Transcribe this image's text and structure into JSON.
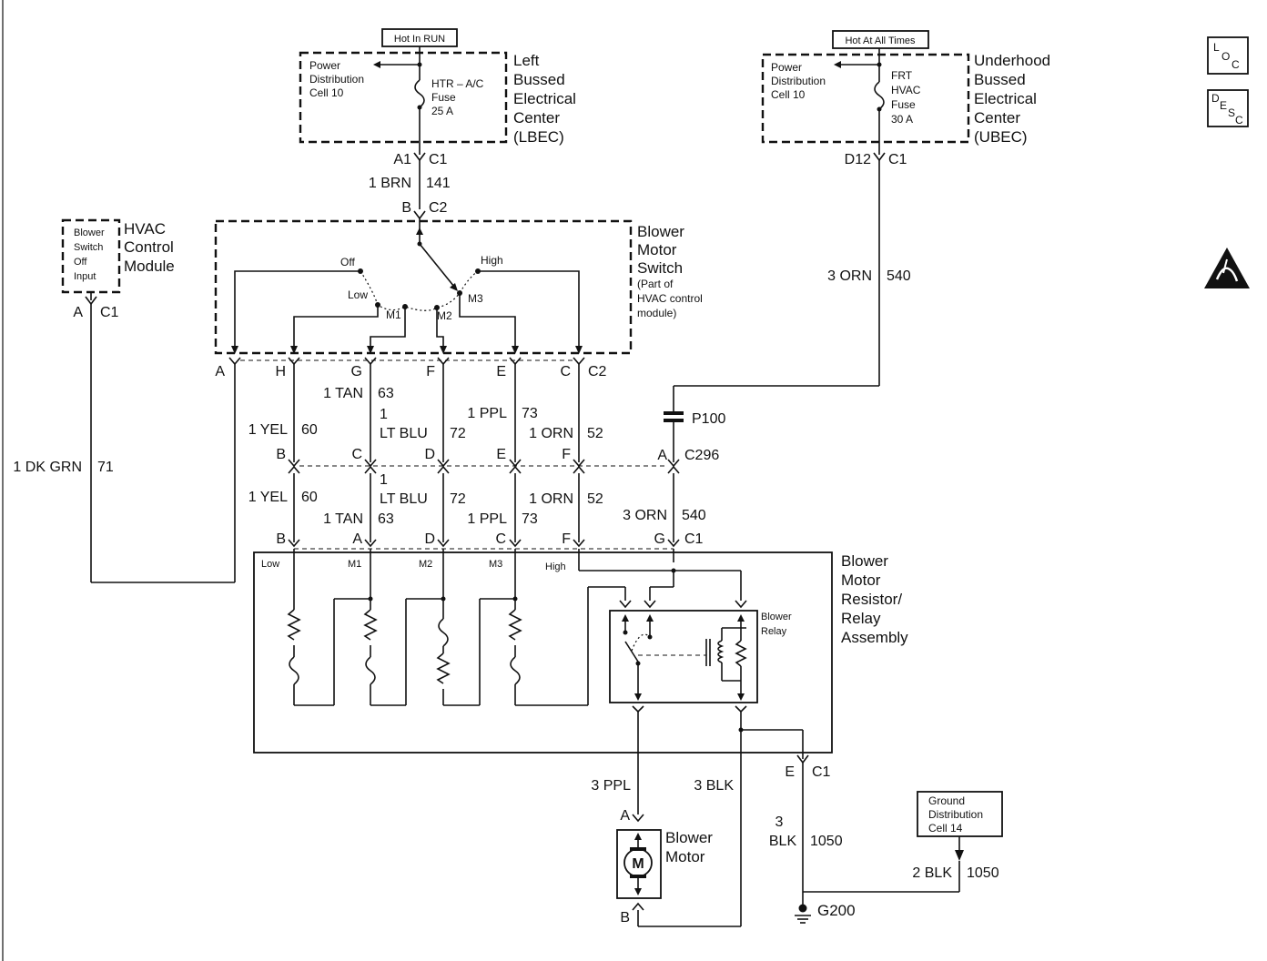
{
  "labels": {
    "hot_in_run": "Hot In RUN",
    "hot_at_all_times": "Hot At All Times",
    "lbec_pd_1": "Power",
    "lbec_pd_2": "Distribution",
    "lbec_pd_3": "Cell 10",
    "lbec_fuse_1": "HTR – A/C",
    "lbec_fuse_2": "Fuse",
    "lbec_fuse_3": "25 A",
    "lbec_1": "Left",
    "lbec_2": "Bussed",
    "lbec_3": "Electrical",
    "lbec_4": "Center",
    "lbec_5": "(LBEC)",
    "ubec_pd_1": "Power",
    "ubec_pd_2": "Distribution",
    "ubec_pd_3": "Cell 10",
    "ubec_fuse_1": "FRT",
    "ubec_fuse_2": "HVAC",
    "ubec_fuse_3": "Fuse",
    "ubec_fuse_4": "30 A",
    "ubec_1": "Underhood",
    "ubec_2": "Bussed",
    "ubec_3": "Electrical",
    "ubec_4": "Center",
    "ubec_5": "(UBEC)",
    "loc_main": "L",
    "loc_sub1": "O",
    "loc_sub2": "C",
    "desc_main": "D",
    "desc_sub1": "E",
    "desc_sub2": "S",
    "desc_sub3": "C",
    "a1": "A1",
    "c1_top": "C1",
    "d12": "D12",
    "c1_ubec": "C1",
    "brn_wire": "1 BRN",
    "brn_circuit": "141",
    "b_c2": "B",
    "c2_top": "C2",
    "orn540_wire": "3 ORN",
    "orn540_circuit": "540",
    "hvac_switch_1": "Blower",
    "hvac_switch_2": "Switch",
    "hvac_switch_3": "Off",
    "hvac_switch_4": "Input",
    "hvac_mod_1": "HVAC",
    "hvac_mod_2": "Control",
    "hvac_mod_3": "Module",
    "hvac_a": "A",
    "hvac_c1": "C1",
    "bms_1": "Blower",
    "bms_2": "Motor",
    "bms_3": "Switch",
    "bms_4": "(Part of",
    "bms_5": "HVAC control",
    "bms_6": "module)",
    "sw_off": "Off",
    "sw_low": "Low",
    "sw_m1": "M1",
    "sw_m2": "M2",
    "sw_m3": "M3",
    "sw_high": "High",
    "c2_row": [
      "A",
      "H",
      "G",
      "F",
      "E",
      "C",
      "C2"
    ],
    "w_tan_top": "1 TAN",
    "w_tan_top_c": "63",
    "w_ppl_top": "1 PPL",
    "w_ppl_top_c": "73",
    "w_yel_top": "1 YEL",
    "w_yel_top_c": "60",
    "w_ltblu_top_1": "1",
    "w_ltblu_top_2": "LT BLU",
    "w_ltblu_top_c": "72",
    "w_orn_top": "1 ORN",
    "w_orn_top_c": "52",
    "p100": "P100",
    "c296_row": [
      "B",
      "C",
      "D",
      "E",
      "F",
      "A"
    ],
    "c296": "C296",
    "dkgrn_wire": "1 DK GRN",
    "dkgrn_circuit": "71",
    "w_yel_bot": "1 YEL",
    "w_yel_bot_c": "60",
    "w_ltblu_bot_1": "1",
    "w_ltblu_bot_2": "LT BLU",
    "w_ltblu_bot_c": "72",
    "w_orn_bot": "1 ORN",
    "w_orn_bot_c": "52",
    "w_tan_bot": "1 TAN",
    "w_tan_bot_c": "63",
    "w_ppl_bot": "1 PPL",
    "w_ppl_bot_c": "73",
    "w_orn540_bot": "3 ORN",
    "w_orn540_bot_c": "540",
    "c1_row": [
      "B",
      "A",
      "D",
      "C",
      "F",
      "G"
    ],
    "c1_bottom": "C1",
    "res_low": "Low",
    "res_m1": "M1",
    "res_m2": "M2",
    "res_m3": "M3",
    "res_high": "High",
    "relay_1": "Blower",
    "relay_2": "Relay",
    "bmra_1": "Blower",
    "bmra_2": "Motor",
    "bmra_3": "Resistor/",
    "bmra_4": "Relay",
    "bmra_5": "Assembly",
    "e_pin": "E",
    "c1_e": "C1",
    "ppl3": "3 PPL",
    "blk3": "3 BLK",
    "motor_a": "A",
    "motor_b": "B",
    "motor_m": "M",
    "motor_1": "Blower",
    "motor_2": "Motor",
    "blk1050_1": "3",
    "blk1050_2": "BLK",
    "blk1050_c": "1050",
    "gd_1": "Ground",
    "gd_2": "Distribution",
    "gd_3": "Cell 14",
    "blk2_wire": "2 BLK",
    "blk2_circuit": "1050",
    "g200": "G200"
  },
  "icons": [
    "esd-warning-icon",
    "fuse-icon",
    "resistor-icon",
    "motor-icon",
    "ground-icon",
    "relay-coil-icon"
  ]
}
